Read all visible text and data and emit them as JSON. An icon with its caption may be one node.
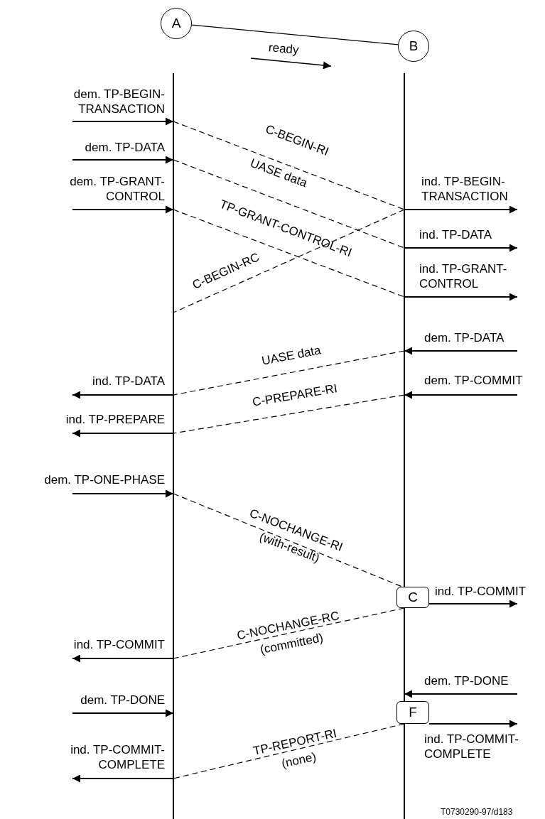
{
  "diagram": {
    "nodes": [
      {
        "text": [
          "A"
        ]
      },
      {
        "text": [
          "B"
        ]
      },
      {
        "text": [],
        "shape": "line"
      },
      {
        "text": [],
        "shape": "line"
      },
      {
        "text": [
          "C"
        ]
      },
      {
        "text": [
          "F"
        ]
      }
    ],
    "edges": [
      {
        "from": 0,
        "to": 1,
        "arrow": "none"
      },
      {
        "from": null,
        "to": 2,
        "arrow": "to",
        "label": "dem. TP-BEGIN-TRANSACTION"
      },
      {
        "from": null,
        "to": 2,
        "arrow": "to",
        "label": "dem. TP-DATA"
      },
      {
        "from": null,
        "to": 2,
        "arrow": "to",
        "label": "dem. TP-GRANT-CONTROL"
      },
      {
        "from": 2,
        "to": 3,
        "arrow": "none",
        "label": "C-BEGIN-RI",
        "style": "dashed"
      },
      {
        "from": 2,
        "to": 3,
        "arrow": "none",
        "label": "UASE data",
        "style": "dashed"
      },
      {
        "from": 2,
        "to": 3,
        "arrow": "none",
        "label": "TP-GRANT-CONTROL-RI",
        "style": "dashed"
      },
      {
        "from": 3,
        "to": 2,
        "arrow": "none",
        "label": "C-BEGIN-RC",
        "style": "dashed"
      },
      {
        "from": 3,
        "to": null,
        "arrow": "to",
        "label": "ind. TP-BEGIN-TRANSACTION"
      },
      {
        "from": 3,
        "to": null,
        "arrow": "to",
        "label": "ind. TP-DATA"
      },
      {
        "from": 3,
        "to": null,
        "arrow": "to",
        "label": "ind. TP-GRANT-CONTROL"
      },
      {
        "from": null,
        "to": 3,
        "arrow": "to",
        "label": "dem. TP-DATA"
      },
      {
        "from": null,
        "to": 3,
        "arrow": "to",
        "label": "dem. TP-COMMIT"
      },
      {
        "from": 3,
        "to": 2,
        "arrow": "none",
        "label": "UASE data",
        "style": "dashed"
      },
      {
        "from": 2,
        "to": null,
        "arrow": "to",
        "label": "ind. TP-DATA"
      },
      {
        "from": 3,
        "to": 2,
        "arrow": "none",
        "label": "C-PREPARE-RI",
        "style": "dashed"
      },
      {
        "from": 2,
        "to": null,
        "arrow": "to",
        "label": "ind. TP-PREPARE"
      },
      {
        "from": null,
        "to": 2,
        "arrow": "to",
        "label": "dem. TP-ONE-PHASE"
      },
      {
        "from": 2,
        "to": 4,
        "arrow": "none",
        "label": "C-NOCHANGE-RI (with-result)",
        "style": "dashed"
      },
      {
        "from": 4,
        "to": null,
        "arrow": "to",
        "label": "ind. TP-COMMIT"
      },
      {
        "from": 4,
        "to": 2,
        "arrow": "none",
        "label": "C-NOCHANGE-RC (committed)",
        "style": "dashed"
      },
      {
        "from": 2,
        "to": null,
        "arrow": "to",
        "label": "ind. TP-COMMIT"
      },
      {
        "from": null,
        "to": 3,
        "arrow": "to",
        "label": "dem. TP-DONE"
      },
      {
        "from": null,
        "to": 2,
        "arrow": "to",
        "label": "dem. TP-DONE"
      },
      {
        "from": 5,
        "to": null,
        "arrow": "to",
        "label": "ind. TP-COMMIT-COMPLETE"
      },
      {
        "from": 5,
        "to": 2,
        "arrow": "none",
        "label": "TP-REPORT-RI (none)",
        "style": "dashed"
      },
      {
        "from": 2,
        "to": null,
        "arrow": "to",
        "label": "ind. TP-COMMIT-COMPLETE"
      }
    ],
    "labels": [
      "ready",
      "T0730290-97/d183"
    ]
  }
}
